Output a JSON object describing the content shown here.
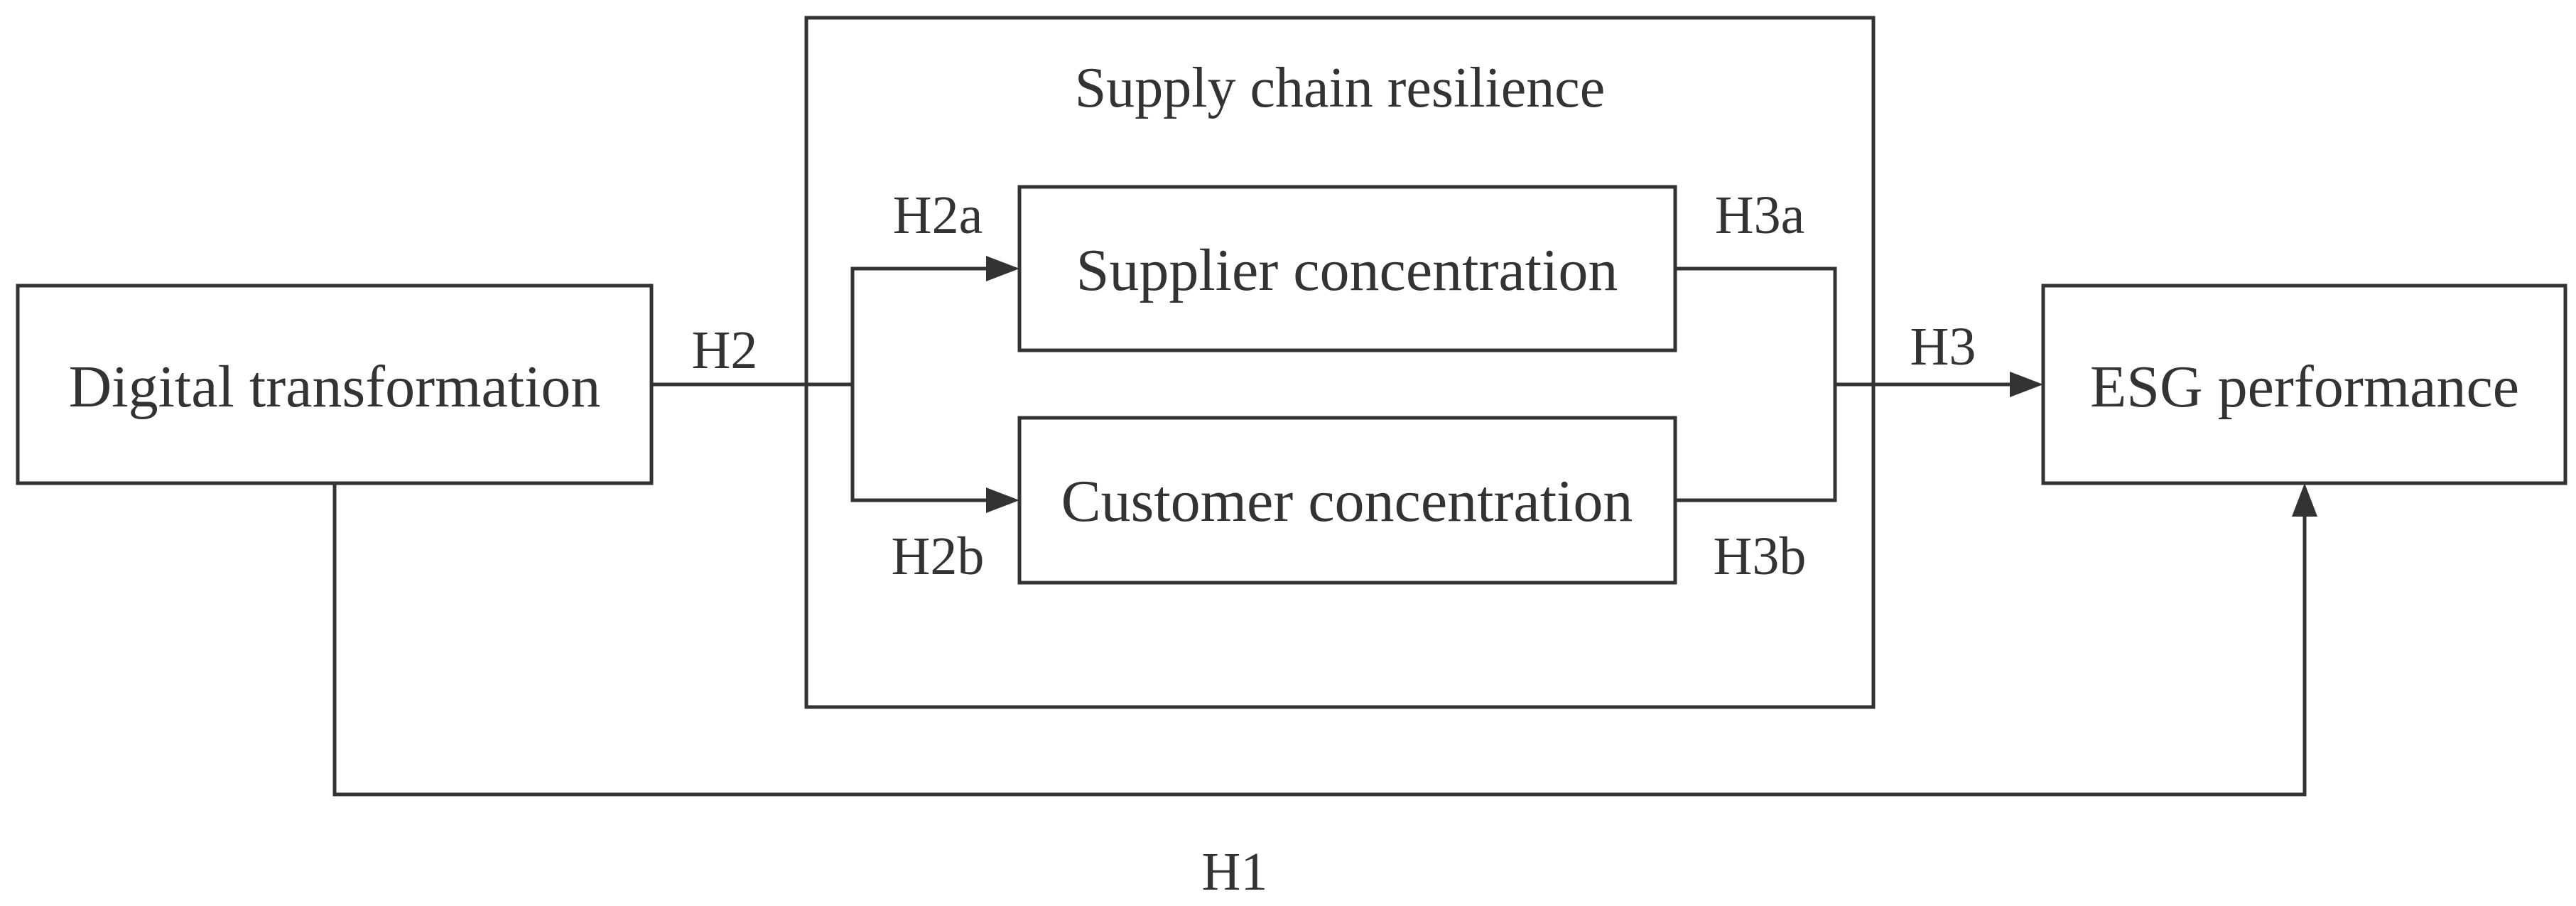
{
  "diagram": {
    "nodes": {
      "digital": "Digital transformation",
      "supplier": "Supplier concentration",
      "customer": "Customer concentration",
      "esg": "ESG performance"
    },
    "group": {
      "label": "Supply chain resilience"
    },
    "edges": {
      "h1": "H1",
      "h2": "H2",
      "h2a": "H2a",
      "h2b": "H2b",
      "h3": "H3",
      "h3a": "H3a",
      "h3b": "H3b"
    }
  }
}
